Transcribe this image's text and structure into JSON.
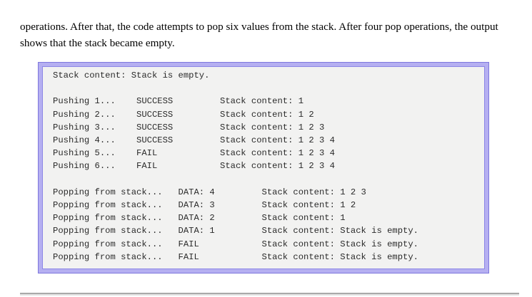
{
  "paragraph": {
    "text": "operations. After that, the code attempts to pop six values from the stack. After four pop operations, the output shows that the stack became empty."
  },
  "console": {
    "lines": [
      "Stack content: Stack is empty.",
      "",
      "Pushing 1...    SUCCESS         Stack content: 1",
      "Pushing 2...    SUCCESS         Stack content: 1 2",
      "Pushing 3...    SUCCESS         Stack content: 1 2 3",
      "Pushing 4...    SUCCESS         Stack content: 1 2 3 4",
      "Pushing 5...    FAIL            Stack content: 1 2 3 4",
      "Pushing 6...    FAIL            Stack content: 1 2 3 4",
      "",
      "Popping from stack...   DATA: 4         Stack content: 1 2 3",
      "Popping from stack...   DATA: 3         Stack content: 1 2",
      "Popping from stack...   DATA: 2         Stack content: 1",
      "Popping from stack...   DATA: 1         Stack content: Stack is empty.",
      "Popping from stack...   FAIL            Stack content: Stack is empty.",
      "Popping from stack...   FAIL            Stack content: Stack is empty."
    ],
    "colors": {
      "border_line": "#7e77dd",
      "border_fill": "#b5aff1",
      "background": "#f2f2f1",
      "text": "#2b2b2b"
    }
  },
  "divider": {
    "color": "#a9a9a9"
  }
}
